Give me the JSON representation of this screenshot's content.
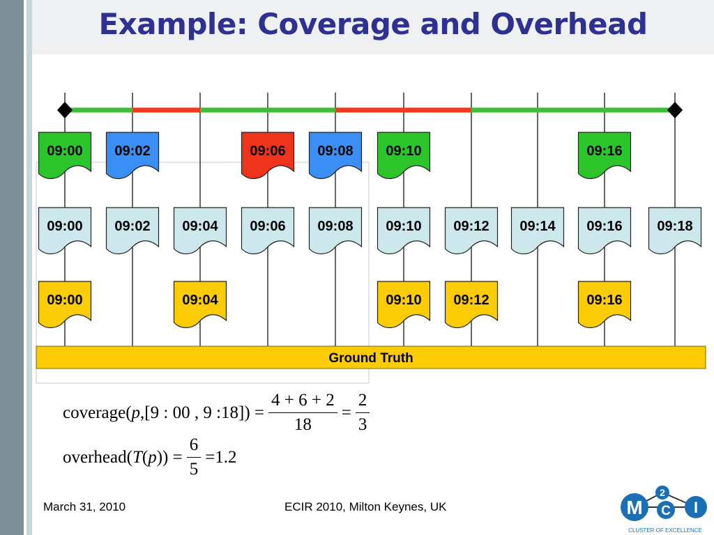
{
  "title": "Example: Coverage and Overhead",
  "timeline": {
    "segments": [
      {
        "from": 0,
        "to": 2,
        "status": "covered"
      },
      {
        "from": 2,
        "to": 4,
        "status": "missed"
      },
      {
        "from": 4,
        "to": 8,
        "status": "covered"
      },
      {
        "from": 8,
        "to": 12,
        "status": "missed"
      },
      {
        "from": 12,
        "to": 18,
        "status": "covered"
      }
    ]
  },
  "ticks": [
    0,
    2,
    4,
    6,
    8,
    10,
    12,
    14,
    16,
    18
  ],
  "rows": {
    "top": [
      {
        "time": "09:00",
        "slot": 0,
        "color": "green"
      },
      {
        "time": "09:02",
        "slot": 1,
        "color": "blue"
      },
      {
        "time": "09:06",
        "slot": 3,
        "color": "red"
      },
      {
        "time": "09:08",
        "slot": 4,
        "color": "blue"
      },
      {
        "time": "09:10",
        "slot": 5,
        "color": "green"
      },
      {
        "time": "09:16",
        "slot": 8,
        "color": "green"
      }
    ],
    "middle": [
      {
        "time": "09:00",
        "slot": 0
      },
      {
        "time": "09:02",
        "slot": 1
      },
      {
        "time": "09:04",
        "slot": 2
      },
      {
        "time": "09:06",
        "slot": 3
      },
      {
        "time": "09:08",
        "slot": 4
      },
      {
        "time": "09:10",
        "slot": 5
      },
      {
        "time": "09:12",
        "slot": 6
      },
      {
        "time": "09:14",
        "slot": 7
      },
      {
        "time": "09:16",
        "slot": 8
      },
      {
        "time": "09:18",
        "slot": 9
      }
    ],
    "bottom": [
      {
        "time": "09:00",
        "slot": 0
      },
      {
        "time": "09:04",
        "slot": 2
      },
      {
        "time": "09:10",
        "slot": 5
      },
      {
        "time": "09:12",
        "slot": 6
      },
      {
        "time": "09:16",
        "slot": 8
      }
    ]
  },
  "ground_truth_label": "Ground Truth",
  "formula_coverage": {
    "lhs_func": "coverage(",
    "lhs_var": "p",
    "lhs_rest": ",[9 : 00 , 9 :18]) =",
    "numerator": "4 + 6 + 2",
    "denominator": "18",
    "eq": "=",
    "result_num": "2",
    "result_den": "3"
  },
  "formula_overhead": {
    "lhs_func": "overhead(",
    "lhs_var1": "T",
    "lhs_mid": " (",
    "lhs_var2": "p",
    "lhs_rest": ")) =",
    "numerator": "6",
    "denominator": "5",
    "result": "=1.2"
  },
  "footer": {
    "date": "March 31, 2010",
    "venue": "ECIR 2010, Milton Keynes, UK"
  },
  "logo": {
    "superscript": "2",
    "letters": [
      "M",
      "C",
      "I"
    ],
    "caption": "CLUSTER OF EXCELLENCE"
  },
  "colors": {
    "covered": "#3dbf3d",
    "missed": "#f03a1e",
    "green": "#2cc52c",
    "blue": "#3b8ef3",
    "red": "#f0341c",
    "lightblue": "#cde8ec",
    "gold": "#fbcc04",
    "title": "#2e3192",
    "logo_blue": "#1b70b5"
  }
}
